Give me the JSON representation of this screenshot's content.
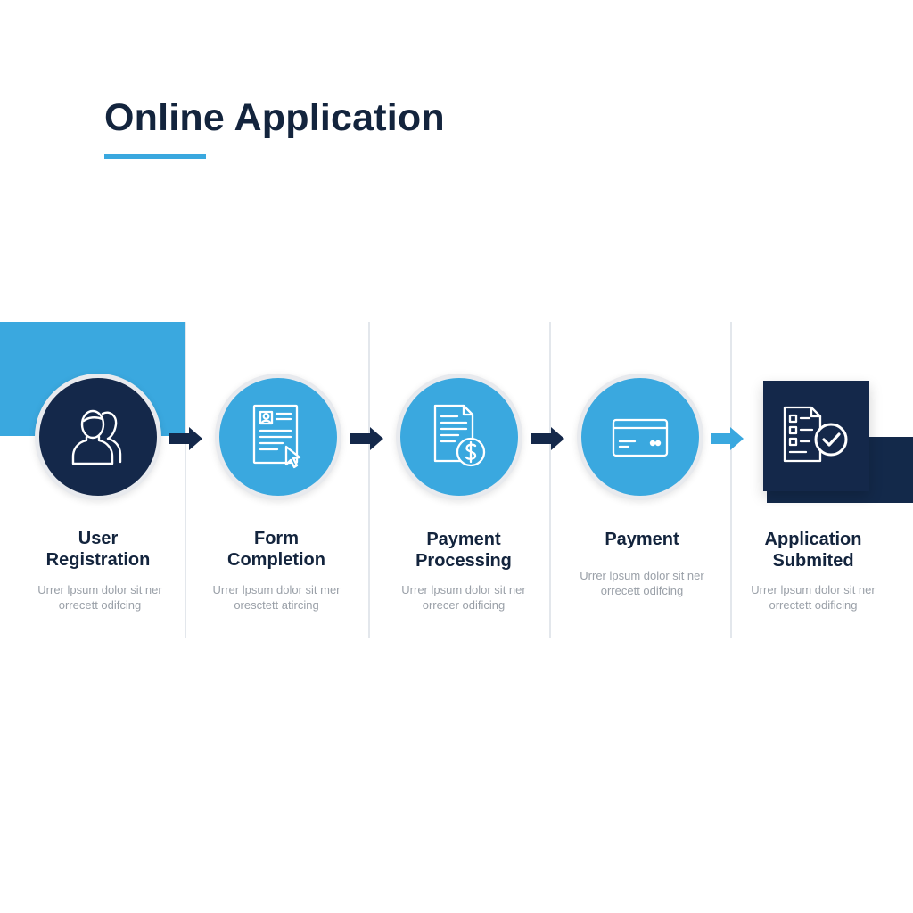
{
  "page": {
    "title": "Online Application"
  },
  "colors": {
    "navy": "#14284a",
    "accent_blue": "#3aa8df",
    "text_dark": "#13243d",
    "text_muted": "#9aa0a8"
  },
  "steps": [
    {
      "title_line1": "User",
      "title_line2": "Registration",
      "desc_line1": "Urrer lpsum dolor sit ner",
      "desc_line2": "orrecett odifcing",
      "icon": "user-icon",
      "style": "dark"
    },
    {
      "title_line1": "Form",
      "title_line2": "Completion",
      "desc_line1": "Urrer lpsum dolor sit mer",
      "desc_line2": "oresctett atircing",
      "icon": "form-icon",
      "style": "light"
    },
    {
      "title_line1": "Payment",
      "title_line2": "Processing",
      "desc_line1": "Urrer lpsum dolor sit ner",
      "desc_line2": "orrecer odificing",
      "icon": "payment-document-icon",
      "style": "light"
    },
    {
      "title_line1": "Payment",
      "title_line2": "",
      "desc_line1": "Urrer lpsum dolor sit ner",
      "desc_line2": "orrecett odifcing",
      "icon": "credit-card-icon",
      "style": "light"
    },
    {
      "title_line1": "Application",
      "title_line2": "Submited",
      "desc_line1": "Urrer lpsum dolor sit ner",
      "desc_line2": "orrectett odificing",
      "icon": "document-check-icon",
      "style": "card"
    }
  ],
  "arrows": [
    {
      "icon": "arrow-right-icon",
      "color": "#14284a"
    },
    {
      "icon": "arrow-right-icon",
      "color": "#14284a"
    },
    {
      "icon": "arrow-right-icon",
      "color": "#14284a"
    },
    {
      "icon": "arrow-right-icon",
      "color": "#3aa8df"
    }
  ]
}
